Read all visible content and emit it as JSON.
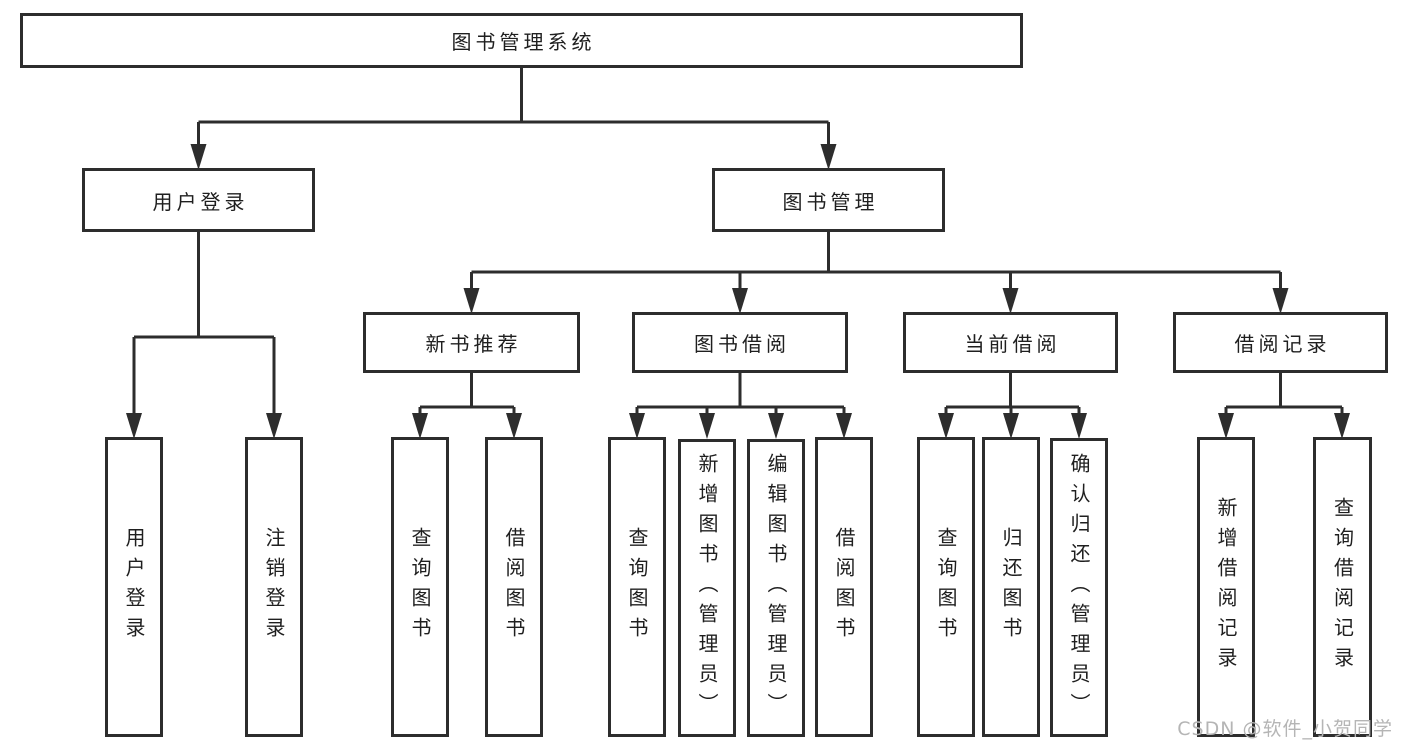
{
  "diagram": {
    "title": "图书管理系统",
    "nodes": {
      "root": {
        "label": "图书管理系统"
      },
      "level2": [
        {
          "label": "用户登录"
        },
        {
          "label": "图书管理"
        }
      ],
      "level3": [
        {
          "label": "新书推荐",
          "parent": "图书管理"
        },
        {
          "label": "图书借阅",
          "parent": "图书管理"
        },
        {
          "label": "当前借阅",
          "parent": "图书管理"
        },
        {
          "label": "借阅记录",
          "parent": "图书管理"
        }
      ],
      "leaves": [
        {
          "label": "用户登录",
          "parent": "用户登录"
        },
        {
          "label": "注销登录",
          "parent": "用户登录"
        },
        {
          "label": "查询图书",
          "parent": "新书推荐"
        },
        {
          "label": "借阅图书",
          "parent": "新书推荐"
        },
        {
          "label": "查询图书",
          "parent": "图书借阅"
        },
        {
          "label": "新增图书（管理员）",
          "parent": "图书借阅"
        },
        {
          "label": "编辑图书（管理员）",
          "parent": "图书借阅"
        },
        {
          "label": "借阅图书",
          "parent": "图书借阅"
        },
        {
          "label": "查询图书",
          "parent": "当前借阅"
        },
        {
          "label": "归还图书",
          "parent": "当前借阅"
        },
        {
          "label": "确认归还（管理员）",
          "parent": "当前借阅"
        },
        {
          "label": "新增借阅记录",
          "parent": "借阅记录"
        },
        {
          "label": "查询借阅记录",
          "parent": "借阅记录"
        }
      ]
    },
    "colors": {
      "line": "#2d2d2d",
      "box_border": "#2d2d2d",
      "box_fill": "#ffffff",
      "text": "#1f1f1f",
      "watermark": "#b5b5b5"
    }
  },
  "watermark": {
    "text": "CSDN @软件_小贺同学"
  }
}
